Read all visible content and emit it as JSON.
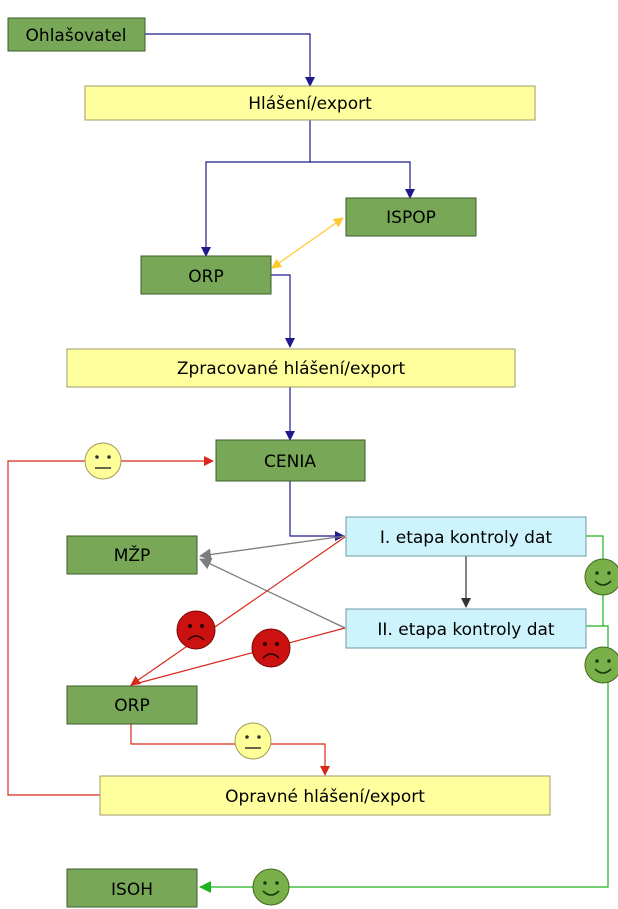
{
  "colors": {
    "green_box": "#77a757",
    "yellow_box": "#ffff9e",
    "cyan_box": "#cdf4fc",
    "navy_line": "#1f1a8b",
    "red_line": "#d9291a",
    "orange_line": "#ffc830",
    "grey_line": "#7d7d7d",
    "green_line": "#1db31d",
    "sad_face": "#cc1111",
    "neutral_face": "#ffff99",
    "happy_face": "#7ab04a"
  },
  "nodes": {
    "ohlasovatel": "Ohlašovatel",
    "hlaseni_export": "Hlášení/export",
    "ispop": "ISPOP",
    "orp_top": "ORP",
    "zpracovane": "Zpracované hlášení/export",
    "cenia": "CENIA",
    "mzp": "MŽP",
    "etapa1": "I. etapa kontroly dat",
    "etapa2": "II. etapa kontroly dat",
    "orp_bottom": "ORP",
    "opravne": "Opravné hlášení/export",
    "isoh": "ISOH"
  },
  "icons": {
    "neutral": "neutral-face-icon",
    "sad": "sad-face-icon",
    "happy": "happy-face-icon"
  }
}
